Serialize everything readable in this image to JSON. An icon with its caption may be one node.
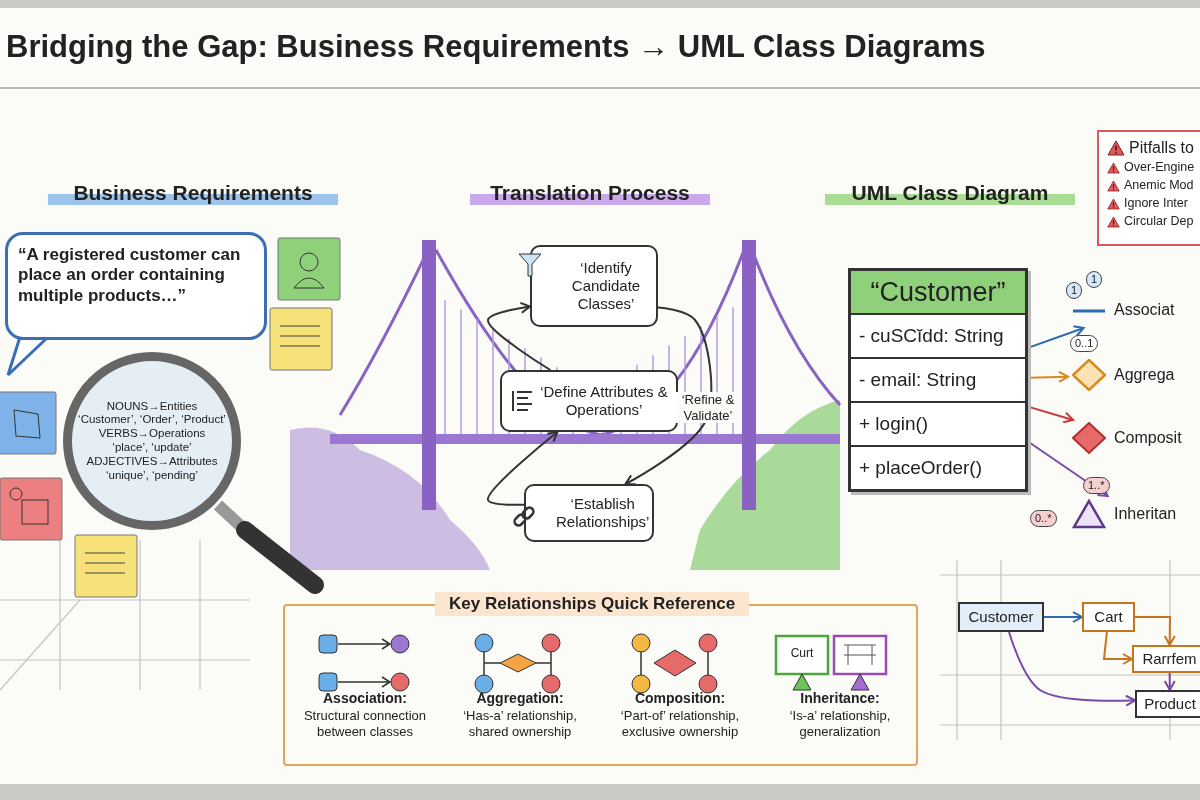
{
  "diagram": {
    "title": "Bridging the Gap: Business Requirements → UML Class Diagrams",
    "nodes": [
      {
        "text": [
          "“A registered customer can place an order containing multiple products…”"
        ]
      },
      {
        "text": [
          "NOUNS→Entities",
          "‘Customer’, ‘Order’, ‘Product’",
          "VERBS→Operations",
          "‘place’, ‘update’",
          "ADJECTIVES→Attributes",
          "‘unique’, ‘pending’"
        ]
      },
      {
        "text": [
          "‘Identify Candidate Classes’"
        ]
      },
      {
        "text": [
          "‘Define Attributes & Operations’"
        ]
      },
      {
        "text": [
          "‘Establish Relationships’"
        ]
      },
      {
        "text": [
          "“Customer”",
          "- cuSCĭdd: String",
          "- email: String",
          "+ login()",
          "+ placeOrder()"
        ]
      },
      {
        "text": [
          "Associat"
        ],
        "beside": [
          "1",
          "1"
        ]
      },
      {
        "text": [
          "Aggrega"
        ],
        "beside": [
          "0..1"
        ]
      },
      {
        "text": [
          "Composit"
        ]
      },
      {
        "text": [
          "Inheritan"
        ],
        "beside": [
          "1..*",
          "0..*"
        ]
      },
      {
        "text": [
          "Pitfalls to",
          "Over-Engine",
          "Anemic Mod",
          "Ignore Inter",
          "Circular Dep"
        ]
      },
      {
        "text": [
          "Key Relationships Quick Reference"
        ]
      },
      {
        "text": [
          "Customer"
        ]
      },
      {
        "text": [
          "Cart"
        ]
      },
      {
        "text": [
          "Rarrfem"
        ]
      },
      {
        "text": [
          "Product"
        ]
      }
    ],
    "edges": [
      {
        "from": 3,
        "to": 2,
        "arrow": "to"
      },
      {
        "from": 2,
        "to": 4,
        "arrow": "to",
        "label": "‘Refine & Validate’"
      },
      {
        "from": 4,
        "to": 3,
        "arrow": "to"
      },
      {
        "from": 5,
        "to": 6,
        "arrow": "to",
        "color": "#2a6bb0"
      },
      {
        "from": 5,
        "to": 7,
        "arrow": "to",
        "color": "#d98a1c"
      },
      {
        "from": 5,
        "to": 8,
        "arrow": "to",
        "color": "#c83a3a"
      },
      {
        "from": 5,
        "to": 9,
        "arrow": "to",
        "color": "#7a4aa8"
      },
      {
        "from": 12,
        "to": 13,
        "arrow": "to",
        "color": "#2a6bb0"
      },
      {
        "from": 13,
        "to": 14,
        "arrow": "to",
        "color": "#c8741c"
      },
      {
        "from": 13,
        "to": 14,
        "arrow": "to",
        "color": "#c8741c"
      },
      {
        "from": 14,
        "to": 15,
        "arrow": "to",
        "color": "#7a4aa8"
      },
      {
        "from": 12,
        "to": 15,
        "arrow": "to",
        "color": "#7a4aa8"
      }
    ],
    "labels": [
      "Business Requirements",
      "Translation Process",
      "UML Class Diagram",
      "Curt",
      "Association:",
      "Structural connection between classes",
      "Aggregation:",
      "‘Has-a’ relationship, shared ownership",
      "Composition:",
      "‘Part-of’ relationship, exclusive ownership",
      "Inheritance:",
      "‘Is-a’ relationship, generalization"
    ]
  }
}
